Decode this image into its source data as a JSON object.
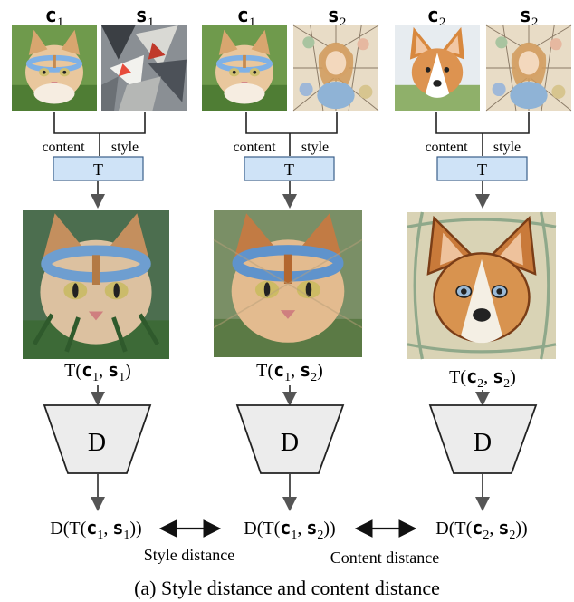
{
  "columns": [
    {
      "content_sym": "c",
      "content_sub": "1",
      "style_sym": "s",
      "style_sub": "1",
      "content_image": "cat-photo",
      "style_image": "abstract-cubist-painting",
      "output_image": "stylized-cat-cubist",
      "connector_content": "content",
      "connector_style": "style",
      "transform": "T",
      "discriminator": "D",
      "out_prefix": "T(",
      "out_a": "c",
      "out_a_sub": "1",
      "out_sep": ", ",
      "out_b": "s",
      "out_b_sub": "1",
      "out_suffix": ")"
    },
    {
      "content_sym": "c",
      "content_sub": "1",
      "style_sym": "s",
      "style_sub": "2",
      "content_image": "cat-photo",
      "style_image": "stained-glass-portrait",
      "output_image": "stylized-cat-stained-glass",
      "connector_content": "content",
      "connector_style": "style",
      "transform": "T",
      "discriminator": "D",
      "out_prefix": "T(",
      "out_a": "c",
      "out_a_sub": "1",
      "out_sep": ", ",
      "out_b": "s",
      "out_b_sub": "2",
      "out_suffix": ")"
    },
    {
      "content_sym": "c",
      "content_sub": "2",
      "style_sym": "s",
      "style_sub": "2",
      "content_image": "corgi-photo",
      "style_image": "stained-glass-portrait",
      "output_image": "stylized-corgi-stained-glass",
      "connector_content": "content",
      "connector_style": "style",
      "transform": "T",
      "discriminator": "D",
      "out_prefix": "T(",
      "out_a": "c",
      "out_a_sub": "2",
      "out_sep": ", ",
      "out_b": "s",
      "out_b_sub": "2",
      "out_suffix": ")"
    }
  ],
  "bottom": {
    "d_labels": [
      {
        "prefix": "D(T(",
        "a": "c",
        "a_sub": "1",
        "sep": ", ",
        "b": "s",
        "b_sub": "1",
        "suffix": "))"
      },
      {
        "prefix": "D(T(",
        "a": "c",
        "a_sub": "1",
        "sep": ", ",
        "b": "s",
        "b_sub": "2",
        "suffix": "))"
      },
      {
        "prefix": "D(T(",
        "a": "c",
        "a_sub": "2",
        "sep": ", ",
        "b": "s",
        "b_sub": "2",
        "suffix": "))"
      }
    ],
    "style_distance": "Style distance",
    "content_distance": "Content distance"
  },
  "caption": "(a) Style distance and content distance",
  "colors": {
    "transform_fill": "#cfe3f7",
    "transform_stroke": "#3a5f8a",
    "discriminator_fill": "#ececec",
    "line": "#555555",
    "text": "#111111"
  }
}
